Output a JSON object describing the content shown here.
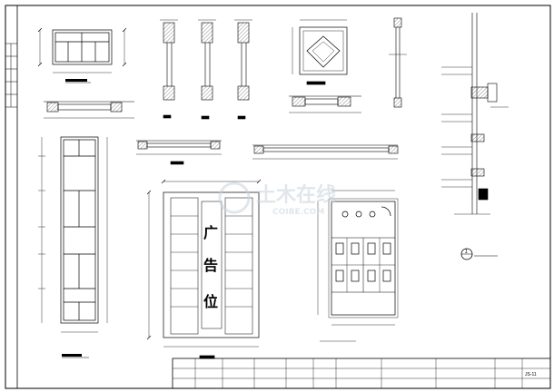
{
  "watermark": {
    "main": "土木在线",
    "sub": "COIBE.COM"
  },
  "ad_panel": {
    "char1": "广",
    "char2": "告",
    "char3": "位"
  },
  "detail_marker": {
    "number": "1"
  },
  "title_block": {
    "sheet_code": "JS-11"
  },
  "colors": {
    "line": "#000000",
    "hatch": "#444444",
    "watermark": "#c9d3dc"
  }
}
